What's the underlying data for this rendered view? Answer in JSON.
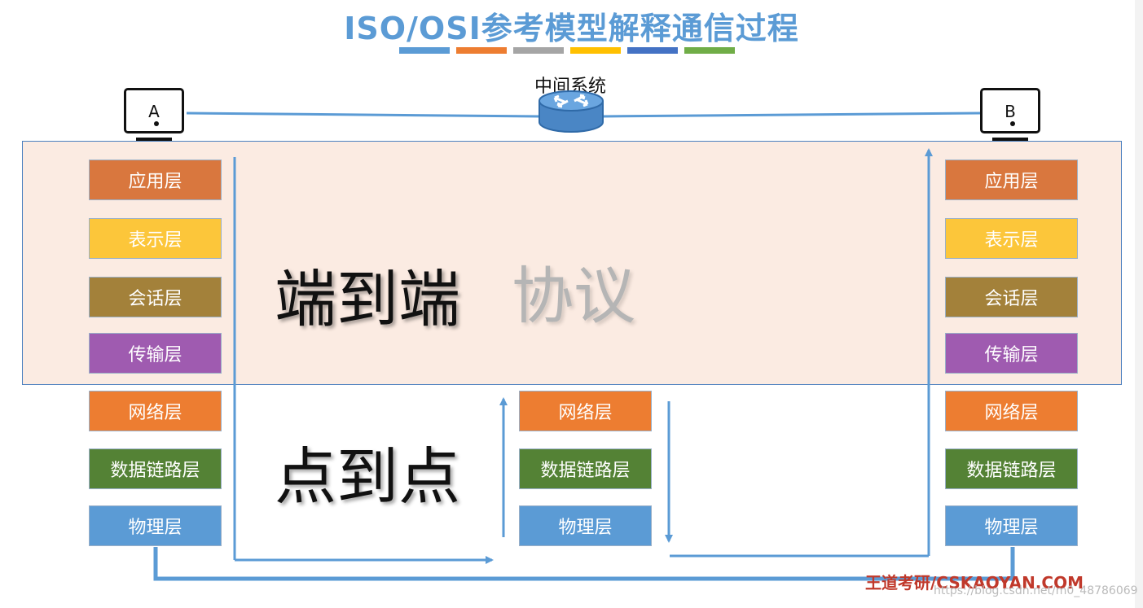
{
  "title": "ISO/OSI参考模型解释通信过程",
  "title_stripe_colors": [
    "#5b9bd5",
    "#ed7d31",
    "#a5a5a5",
    "#ffc000",
    "#4472c4",
    "#70ad47"
  ],
  "hosts": {
    "a_label": "A",
    "b_label": "B"
  },
  "router": {
    "label": "中间系统",
    "icon": "router-icon"
  },
  "regions": {
    "end_to_end": "端到端",
    "protocol": "协议",
    "point_to_point": "点到点"
  },
  "layers": {
    "application": "应用层",
    "presentation": "表示层",
    "session": "会话层",
    "transport": "传输层",
    "network": "网络层",
    "datalink": "数据链路层",
    "physical": "物理层"
  },
  "layer_colors": {
    "application": "#d9773e",
    "presentation": "#fcc63a",
    "session": "#a3813a",
    "transport": "#9f5bb0",
    "network": "#ed7d31",
    "datalink": "#548235",
    "physical": "#5b9bd5"
  },
  "watermark": {
    "text": "王道考研/CSKAOYAN.COM",
    "url": "https://blog.csdn.net/m0_48786069"
  }
}
